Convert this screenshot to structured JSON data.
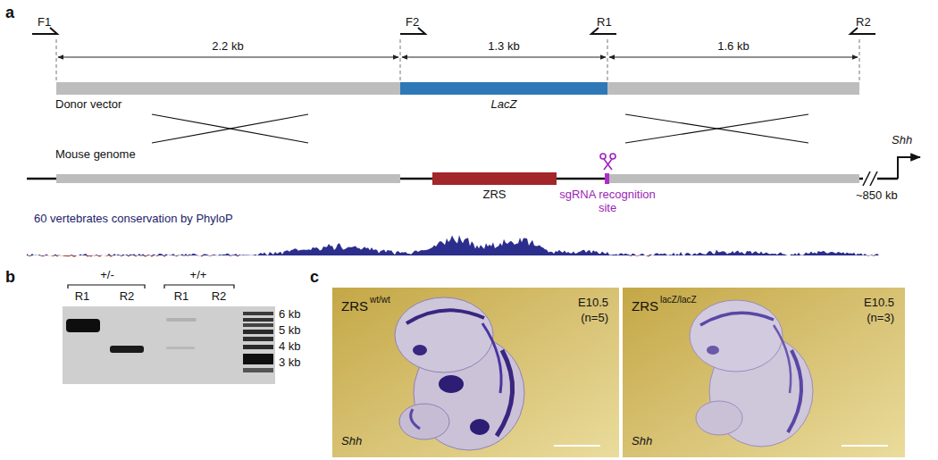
{
  "diagram": {
    "nodes": [
      {
        "text": [
          "LacZ"
        ]
      },
      {
        "text": [
          "ZRS"
        ]
      },
      {
        "text": [
          "ZRS",
          "wt/wt",
          "E10.5",
          "(n=5)",
          "Shh"
        ]
      },
      {
        "text": [
          "ZRS",
          "lacZ/lacZ",
          "E10.5",
          "(n=3)",
          "Shh"
        ]
      }
    ],
    "labels": [
      "a",
      "F1",
      "F2",
      "R1",
      "R2",
      "2.2 kb",
      "1.3 kb",
      "1.6 kb",
      "Donor vector",
      "Mouse genome",
      "sgRNA recognition site",
      "Shh",
      "~850 kb",
      "60 vertebrates conservation by PhyloP",
      "b",
      "+/-",
      "+/+",
      "R1",
      "R2",
      "R1",
      "R2",
      "6 kb",
      "5 kb",
      "4 kb",
      "3 kb",
      "c"
    ]
  }
}
